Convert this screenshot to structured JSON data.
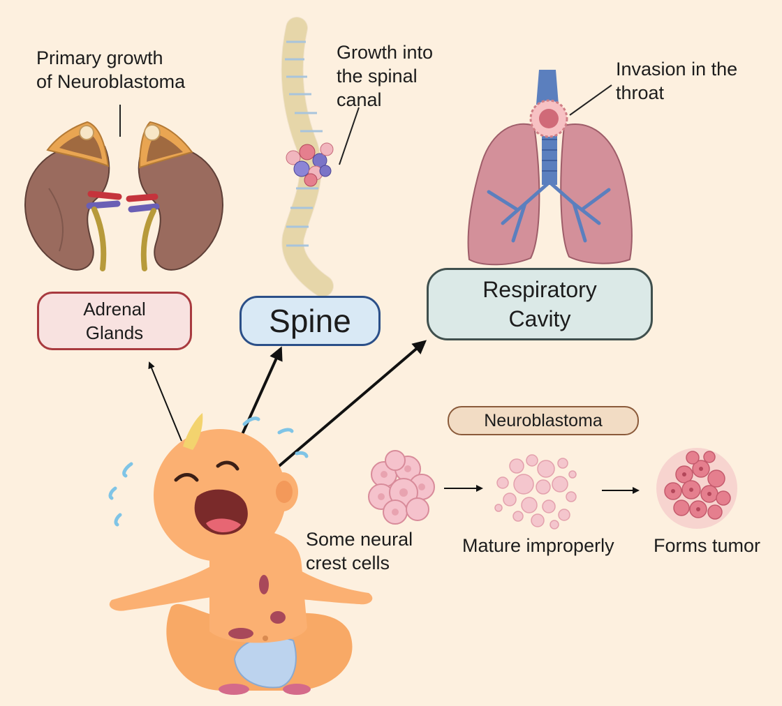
{
  "labels": {
    "primary_growth": [
      "Primary growth",
      "of Neuroblastoma"
    ],
    "spinal_growth": [
      "Growth into",
      "the spinal",
      "canal"
    ],
    "throat_invasion": [
      "Invasion in the",
      "throat"
    ],
    "neural_crest": [
      "Some neural",
      "crest cells"
    ],
    "mature": "Mature improperly",
    "tumor": "Forms tumor"
  },
  "boxes": {
    "adrenal": [
      "Adrenal",
      "Glands"
    ],
    "spine": "Spine",
    "respiratory": [
      "Respiratory",
      "Cavity"
    ],
    "neuroblastoma": "Neuroblastoma"
  },
  "colors": {
    "background": "#fdf0df",
    "kidney": "#9a6b5e",
    "spine_bone": "#efe1b3",
    "lung": "#d3909a",
    "trachea": "#5b7fbe",
    "skin": "#fbb072",
    "tumor": "#e57f8e"
  },
  "icons": [
    "kidneys-illustration",
    "spine-illustration",
    "lungs-illustration",
    "crying-baby-illustration",
    "neural-crest-cells-illustration",
    "immature-cells-illustration",
    "tumor-cells-illustration"
  ]
}
